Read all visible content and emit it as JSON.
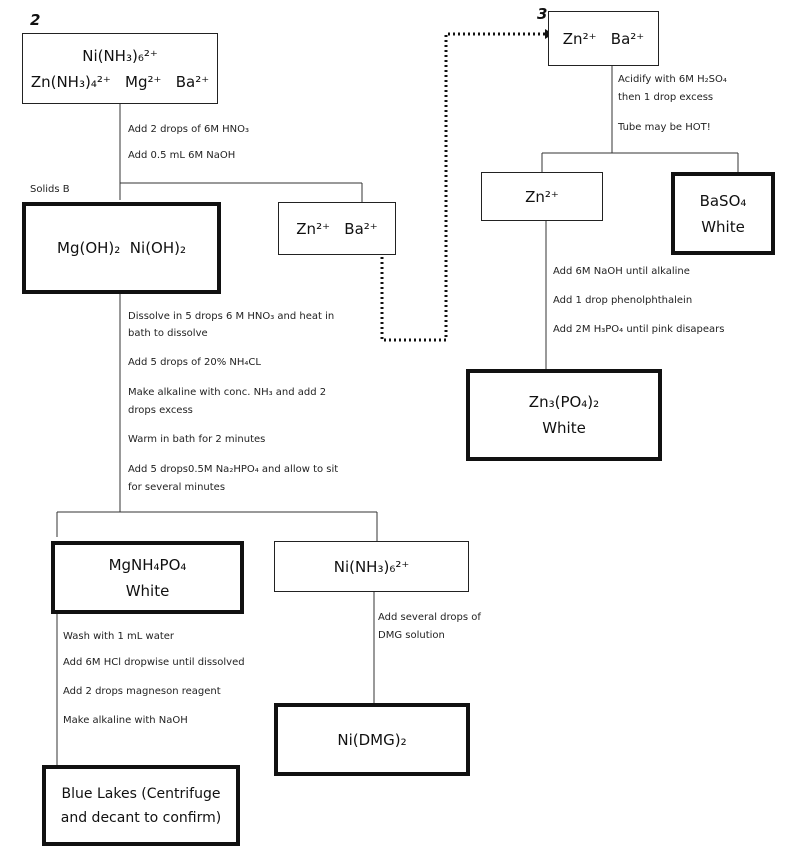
{
  "sections": {
    "s2": "2",
    "s3": "3"
  },
  "solids_label": "Solids B",
  "boxes": {
    "start_line1": "Ni(NH₃)₆²⁺",
    "start_line2": "Zn(NH₃)₄²⁺   Mg²⁺   Ba²⁺",
    "solids": "Mg(OH)₂  Ni(OH)₂",
    "zn_ba_left": "Zn²⁺   Ba²⁺",
    "zn_ba_top": "Zn²⁺   Ba²⁺",
    "zn": "Zn²⁺",
    "baso4_line1": "BaSO₄",
    "baso4_line2": "White",
    "zn3po4_line1": "Zn₃(PO₄)₂",
    "zn3po4_line2": "White",
    "mgnh4po4_line1": "MgNH₄PO₄",
    "mgnh4po4_line2": "White",
    "ni_nh3": "Ni(NH₃)₆²⁺",
    "ni_dmg": "Ni(DMG)₂",
    "blue_lakes_line1": "Blue Lakes (Centrifuge",
    "blue_lakes_line2": "and decant to confirm)"
  },
  "steps": {
    "a1": "Add 2 drops of  6M HNO₃",
    "a2": "Add 0.5 mL  6M NaOH",
    "b1": "Dissolve in 5 drops 6 M HNO₃ and heat in",
    "b1b": "bath to dissolve",
    "b2": "Add 5 drops of 20% NH₄CL",
    "b3": "Make alkaline with conc. NH₃ and add 2",
    "b3b": "drops excess",
    "b4": "Warm in bath for 2 minutes",
    "b5": "Add 5 drops0.5M Na₂HPO₄ and allow to sit",
    "b5b": "for several minutes",
    "c1": "Wash with 1 mL water",
    "c2": "Add 6M HCl dropwise until dissolved",
    "c3": "Add 2 drops magneson  reagent",
    "c4": "Make alkaline with NaOH",
    "d1": "Add several drops of",
    "d1b": "DMG solution",
    "e1": "Acidify with 6M H₂SO₄",
    "e1b": "then 1 drop excess",
    "e2": "Tube may be HOT!",
    "f1": "Add 6M NaOH until alkaline",
    "f2": "Add 1 drop phenolphthalein",
    "f3": "Add 2M H₃PO₄ until pink disapears"
  }
}
